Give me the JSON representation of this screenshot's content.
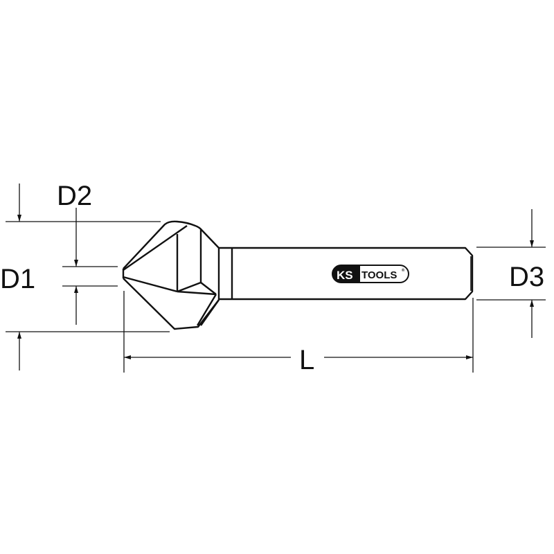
{
  "diagram": {
    "type": "technical-dimension-drawing",
    "subject": "countersink drill bit",
    "colors": {
      "stroke": "#111111",
      "background": "#ffffff"
    },
    "labels": {
      "d1": "D1",
      "d2": "D2",
      "d3": "D3",
      "length": "L"
    },
    "logo": {
      "left": "KS",
      "right": "TOOLS",
      "registered": "®"
    }
  }
}
